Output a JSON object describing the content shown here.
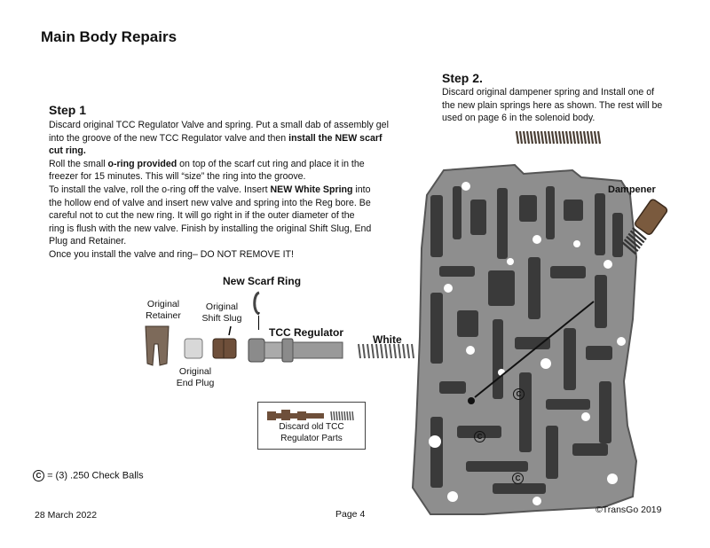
{
  "title": "Main Body Repairs",
  "step1": {
    "heading": "Step 1",
    "lines": [
      [
        "Discard original TCC Regulator Valve and spring. Put a small dab of assembly gel"
      ],
      [
        "into the groove of the new TCC Regulator valve and then ",
        "install the NEW scarf"
      ],
      [
        "",
        "cut ring."
      ],
      [
        "Roll the small ",
        "o-ring provided",
        " on top of the scarf cut ring and place it in the"
      ],
      [
        "freezer for 15 minutes. This will “size” the ring into the groove."
      ],
      [
        "To install the valve, roll the o-ring off the valve. Insert ",
        "NEW White Spring",
        " into"
      ],
      [
        "the hollow end of valve and insert new valve and spring into the Reg bore. Be"
      ],
      [
        "careful not to cut the new ring.  It will go right in if the outer diameter of the"
      ],
      [
        "ring is flush with the new valve. Finish by installing the original Shift Slug, End"
      ],
      [
        "Plug and Retainer."
      ],
      [
        "Once you install the valve and ring– DO NOT REMOVE IT!"
      ]
    ]
  },
  "step2": {
    "heading": "Step 2.",
    "lines": [
      "Discard original dampener spring and Install one of",
      "the new plain springs here as shown. The rest will be",
      "used on page 6 in the solenoid body."
    ]
  },
  "labels": {
    "new_scarf_ring": "New Scarf Ring",
    "original_retainer": [
      "Original",
      "Retainer"
    ],
    "original_shift_slug": [
      "Original",
      "Shift Slug"
    ],
    "tcc_regulator": "TCC Regulator",
    "white": "White",
    "original_end_plug": [
      "Original",
      "End Plug"
    ],
    "dampener": "Dampener",
    "discard_box": [
      "Discard old TCC",
      "Regulator Parts"
    ]
  },
  "legend": {
    "symbol": "C",
    "text": "= (3) .250 Check Balls"
  },
  "footer": {
    "date": "28 March 2022",
    "page": "Page 4",
    "copyright": "©TransGo 2019"
  },
  "colors": {
    "valve_body": "#8a8a8a",
    "valve_body_light": "#b4b4b4",
    "valve_body_dark": "#3c3c3c",
    "spring": "#555555",
    "brass": "#7a5a3e"
  }
}
